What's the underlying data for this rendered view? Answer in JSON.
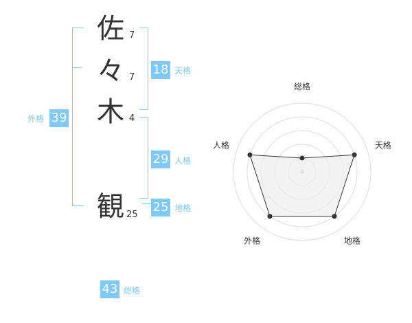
{
  "name": {
    "chars": [
      {
        "char": "佐",
        "strokes": "7"
      },
      {
        "char": "々",
        "strokes": "7"
      },
      {
        "char": "木",
        "strokes": "4"
      },
      {
        "char": "観",
        "strokes": "25"
      }
    ]
  },
  "kaku": {
    "tenkaku": {
      "value": "18",
      "label": "天格"
    },
    "jinkaku": {
      "value": "29",
      "label": "人格"
    },
    "chikaku": {
      "value": "25",
      "label": "地格"
    },
    "gaikaku": {
      "value": "39",
      "label": "外格"
    },
    "soukaku": {
      "value": "43",
      "label": "総格"
    }
  },
  "colors": {
    "accent": "#7fc8f8",
    "text": "#333333",
    "radar_fill": "#eeeeee",
    "radar_ring": "#dddddd"
  },
  "chart_data": {
    "type": "radar",
    "axes": [
      "総格",
      "天格",
      "地格",
      "外格",
      "人格"
    ],
    "levels": 5,
    "values": [
      1,
      4,
      4,
      4,
      4
    ],
    "max": 4
  }
}
